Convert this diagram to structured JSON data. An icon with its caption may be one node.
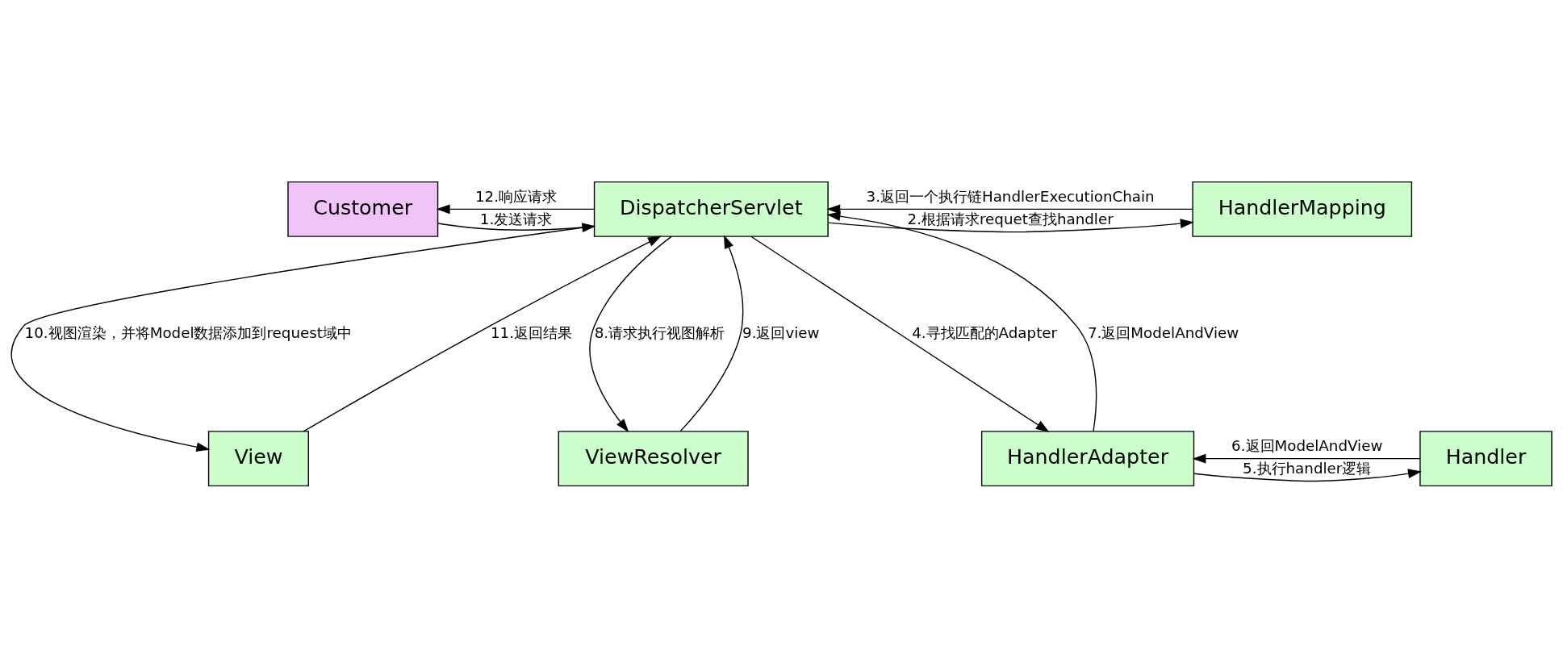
{
  "diagram": {
    "nodes": [
      {
        "text": [
          "Customer"
        ]
      },
      {
        "text": [
          "DispatcherServlet"
        ]
      },
      {
        "text": [
          "HandlerMapping"
        ]
      },
      {
        "text": [
          "View"
        ]
      },
      {
        "text": [
          "ViewResolver"
        ]
      },
      {
        "text": [
          "HandlerAdapter"
        ]
      },
      {
        "text": [
          "Handler"
        ]
      }
    ],
    "edges": [
      {
        "from": 0,
        "to": 1,
        "arrow": "to",
        "label": "1.发送请求"
      },
      {
        "from": 1,
        "to": 2,
        "arrow": "to",
        "label": "2.根据请求requet查找handler"
      },
      {
        "from": 2,
        "to": 1,
        "arrow": "to",
        "label": "3.返回一个执行链HandlerExecutionChain"
      },
      {
        "from": 1,
        "to": 5,
        "arrow": "to",
        "label": "4.寻找匹配的Adapter"
      },
      {
        "from": 5,
        "to": 6,
        "arrow": "to",
        "label": "5.执行handler逻辑"
      },
      {
        "from": 6,
        "to": 5,
        "arrow": "to",
        "label": "6.返回ModelAndView"
      },
      {
        "from": 5,
        "to": 1,
        "arrow": "to",
        "label": "7.返回ModelAndView"
      },
      {
        "from": 1,
        "to": 4,
        "arrow": "to",
        "label": "8.请求执行视图解析"
      },
      {
        "from": 4,
        "to": 1,
        "arrow": "to",
        "label": "9.返回view"
      },
      {
        "from": 1,
        "to": 3,
        "arrow": "to",
        "label": "10.视图渲染，并将Model数据添加到request域中"
      },
      {
        "from": 3,
        "to": 1,
        "arrow": "to",
        "label": "11.返回结果"
      },
      {
        "from": 1,
        "to": 0,
        "arrow": "to",
        "label": "12.响应请求"
      }
    ]
  }
}
